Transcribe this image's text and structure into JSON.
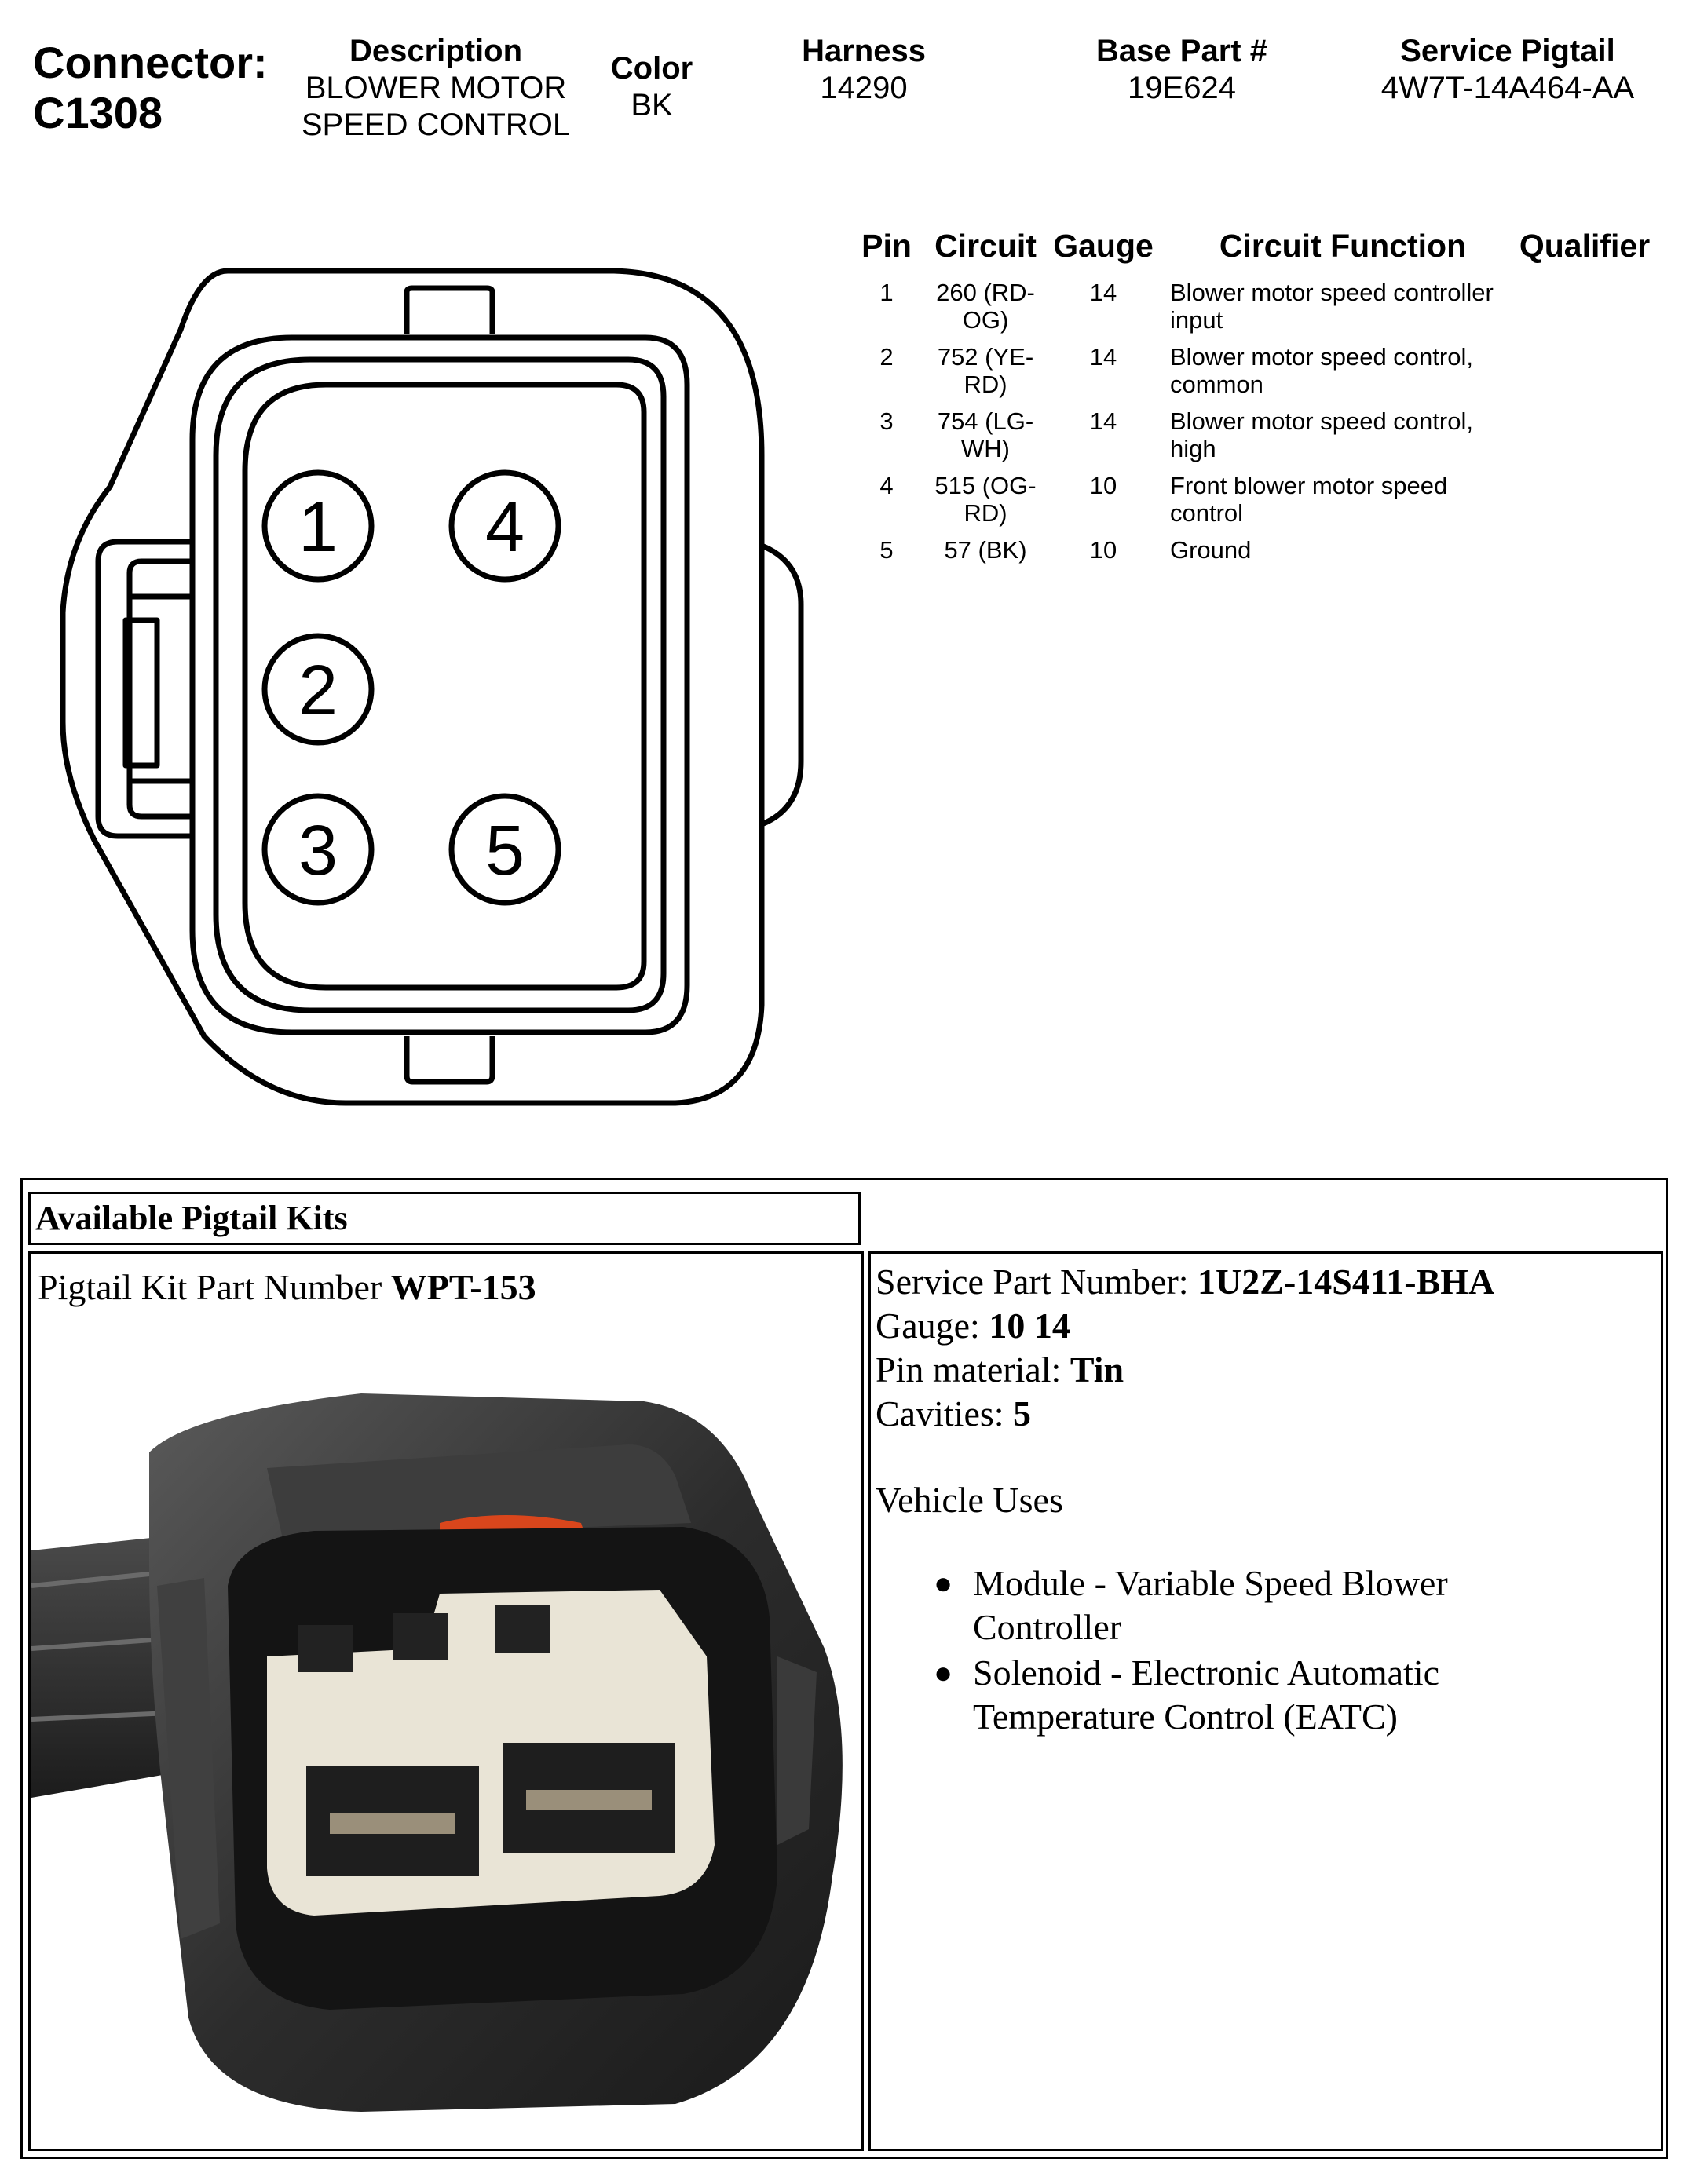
{
  "header": {
    "connector_label": "Connector:",
    "connector_id": "C1308",
    "description_label": "Description",
    "description_line1": "BLOWER MOTOR",
    "description_line2": "SPEED CONTROL",
    "color_label": "Color",
    "color_value": "BK",
    "harness_label": "Harness",
    "harness_value": "14290",
    "base_part_label": "Base Part #",
    "base_part_value": "19E624",
    "service_pigtail_label": "Service Pigtail",
    "service_pigtail_value": "4W7T-14A464-AA"
  },
  "connector_diagram": {
    "pins": [
      "1",
      "2",
      "3",
      "4",
      "5"
    ]
  },
  "pin_table": {
    "headers": {
      "pin": "Pin",
      "circuit": "Circuit",
      "gauge": "Gauge",
      "function": "Circuit Function",
      "qualifier": "Qualifier"
    },
    "rows": [
      {
        "pin": "1",
        "circuit": "260 (RD-OG)",
        "gauge": "14",
        "function": "Blower motor speed controller input",
        "qualifier": ""
      },
      {
        "pin": "2",
        "circuit": "752 (YE-RD)",
        "gauge": "14",
        "function": "Blower motor speed control, common",
        "qualifier": ""
      },
      {
        "pin": "3",
        "circuit": "754 (LG-WH)",
        "gauge": "14",
        "function": "Blower motor speed control, high",
        "qualifier": ""
      },
      {
        "pin": "4",
        "circuit": "515 (OG-RD)",
        "gauge": "10",
        "function": "Front blower motor speed control",
        "qualifier": ""
      },
      {
        "pin": "5",
        "circuit": "57 (BK)",
        "gauge": "10",
        "function": "Ground",
        "qualifier": ""
      }
    ]
  },
  "pigtail_kits": {
    "title": "Available Pigtail Kits",
    "kit_label": "Pigtail Kit Part Number",
    "kit_number": "WPT-153",
    "service_part_label": "Service Part Number:",
    "service_part_value": "1U2Z-14S411-BHA",
    "gauge_label": "Gauge:",
    "gauge_value": "10 14",
    "pin_material_label": "Pin material:",
    "pin_material_value": "Tin",
    "cavities_label": "Cavities:",
    "cavities_value": "5",
    "vehicle_uses_title": "Vehicle Uses",
    "vehicle_uses": [
      {
        "line1": "Module - Variable Speed Blower",
        "line2": "Controller"
      },
      {
        "line1": "Solenoid - Electronic Automatic",
        "line2": "Temperature Control (EATC)"
      }
    ]
  },
  "colors": {
    "connector_body": "#3a3a3a",
    "terminal_housing": "#e9e4d6",
    "orange_seal": "#d9461c"
  }
}
